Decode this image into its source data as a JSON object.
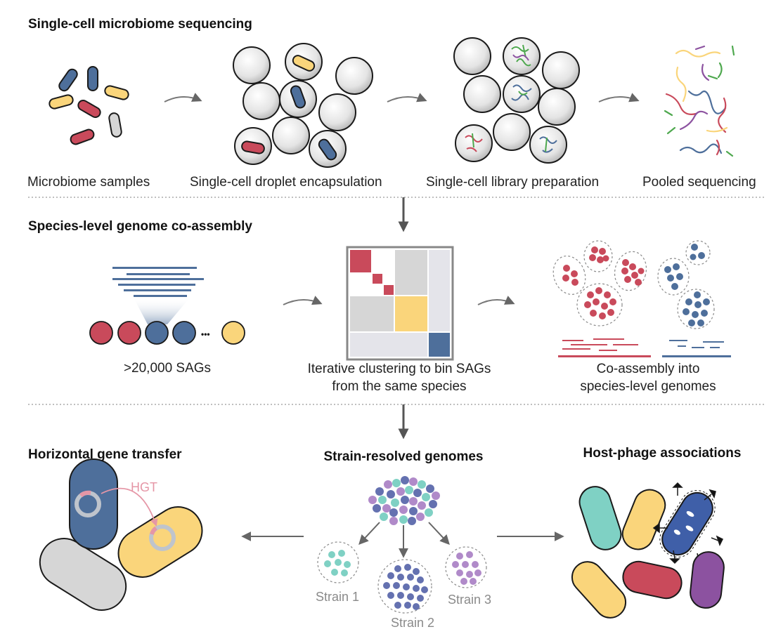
{
  "sections": {
    "sequencing": {
      "heading": "Single-cell microbiome sequencing",
      "steps": [
        "Microbiome samples",
        "Single-cell droplet encapsulation",
        "Single-cell library preparation",
        "Pooled sequencing"
      ]
    },
    "coassembly": {
      "heading": "Species-level genome co-assembly",
      "sags_label": ">20,000 SAGs",
      "ellipsis": "•••",
      "clustering_label": [
        "Iterative clustering to bin SAGs",
        "from the same species"
      ],
      "coassembly_label": [
        "Co-assembly into",
        "species-level genomes"
      ]
    },
    "applications": {
      "hgt_heading": "Horizontal gene transfer",
      "hgt_tag": "HGT",
      "strain_heading": "Strain-resolved genomes",
      "strains": [
        "Strain 1",
        "Strain 2",
        "Strain 3"
      ],
      "phage_heading": "Host-phage associations"
    }
  },
  "colors": {
    "red": "#c94a5b",
    "blue": "#4e6f9b",
    "yellow": "#fad57b",
    "gray": "#d6d6d6",
    "teal": "#7fd1c4",
    "purple": "#8c52a0",
    "strain_blue": "#6471b0",
    "strain_purple": "#b08ac9",
    "pink": "#e596a6"
  }
}
